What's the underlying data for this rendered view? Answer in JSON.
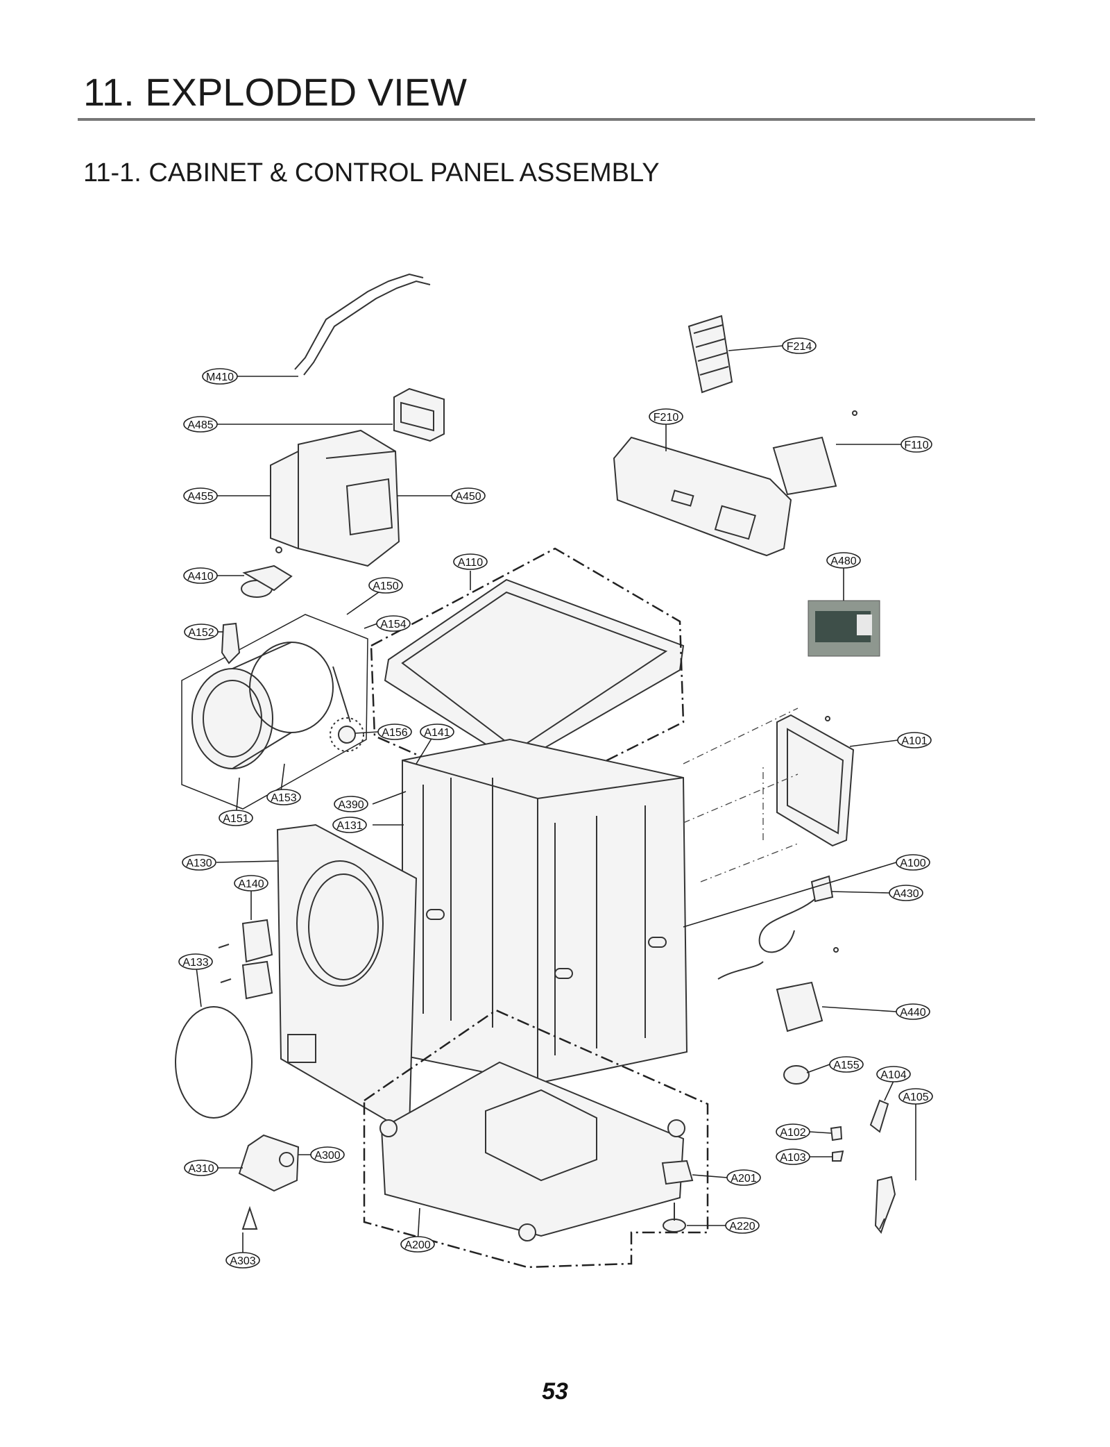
{
  "header": {
    "title": "11. EXPLODED VIEW",
    "subtitle": "11-1. CABINET & CONTROL PANEL ASSEMBLY"
  },
  "page_number": "53",
  "callouts": [
    "M410",
    "A485",
    "A455",
    "A450",
    "A410",
    "A150",
    "A152",
    "A154",
    "A156",
    "A141",
    "A153",
    "A151",
    "A390",
    "A131",
    "A130",
    "A140",
    "A133",
    "A310",
    "A300",
    "A303",
    "A200",
    "F214",
    "F210",
    "F110",
    "A110",
    "A480",
    "A101",
    "A100",
    "A430",
    "A440",
    "A155",
    "A104",
    "A105",
    "A102",
    "A103",
    "A201",
    "A220"
  ]
}
